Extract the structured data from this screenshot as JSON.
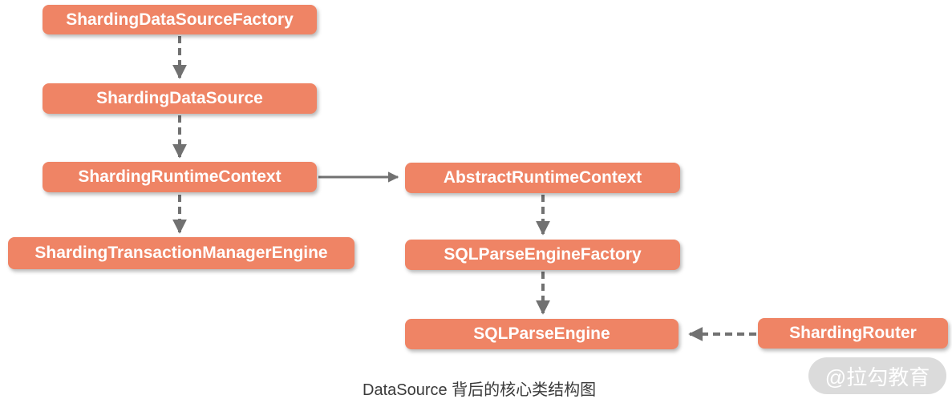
{
  "diagram": {
    "type": "class-structure-diagram",
    "caption": "DataSource 背后的核心类结构图",
    "watermark": "@拉勾教育",
    "colors": {
      "node_fill": "#EF8465",
      "node_text": "#FFFFFF",
      "arrow": "#717171",
      "caption_text": "#3A3A3A",
      "watermark_bg": "#DBDBDB",
      "watermark_text": "#FFFFFF"
    },
    "nodes": [
      {
        "label": "ShardingDataSourceFactory"
      },
      {
        "label": "ShardingDataSource"
      },
      {
        "label": "ShardingRuntimeContext"
      },
      {
        "label": "ShardingTransactionManagerEngine"
      },
      {
        "label": "AbstractRuntimeContext"
      },
      {
        "label": "SQLParseEngineFactory"
      },
      {
        "label": "SQLParseEngine"
      },
      {
        "label": "ShardingRouter"
      }
    ],
    "edges": [
      {
        "from": "ShardingDataSourceFactory",
        "to": "ShardingDataSource",
        "style": "dashed",
        "direction": "down"
      },
      {
        "from": "ShardingDataSource",
        "to": "ShardingRuntimeContext",
        "style": "dashed",
        "direction": "down"
      },
      {
        "from": "ShardingRuntimeContext",
        "to": "ShardingTransactionManagerEngine",
        "style": "dashed",
        "direction": "down"
      },
      {
        "from": "ShardingRuntimeContext",
        "to": "AbstractRuntimeContext",
        "style": "solid",
        "direction": "right"
      },
      {
        "from": "AbstractRuntimeContext",
        "to": "SQLParseEngineFactory",
        "style": "dashed",
        "direction": "down"
      },
      {
        "from": "SQLParseEngineFactory",
        "to": "SQLParseEngine",
        "style": "dashed",
        "direction": "down"
      },
      {
        "from": "ShardingRouter",
        "to": "SQLParseEngine",
        "style": "dashed",
        "direction": "left"
      }
    ]
  }
}
